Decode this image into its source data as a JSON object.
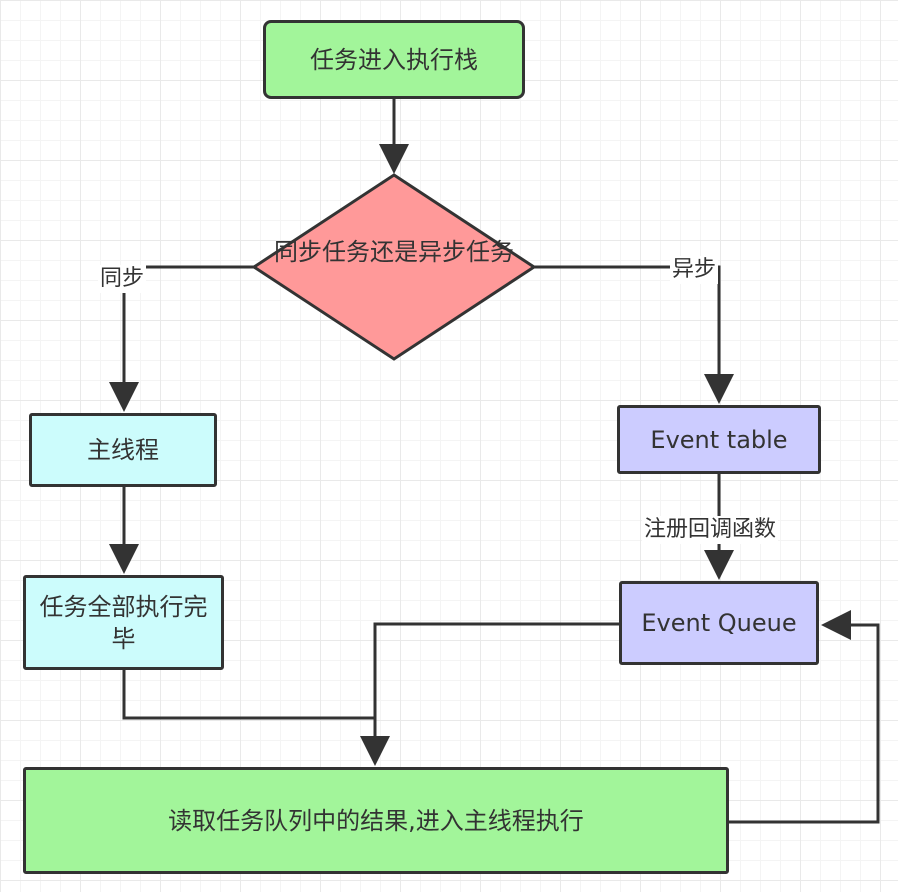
{
  "nodes": {
    "enter_stack": "任务进入执行栈",
    "decision": "同步任务还是异步任务",
    "main_thread": "主线程",
    "tasks_done": "任务全部执行完毕",
    "event_table": "Event table",
    "event_queue": "Event Queue",
    "read_queue": "读取任务队列中的结果,进入主线程执行"
  },
  "edge_labels": {
    "sync": "同步",
    "async": "异步",
    "register_callback": "注册回调函数"
  },
  "colors": {
    "green": "#a2f59a",
    "decision_red": "#ff9999",
    "cyan": "#ccfcfc",
    "purple": "#ccccff",
    "stroke": "#333333"
  }
}
